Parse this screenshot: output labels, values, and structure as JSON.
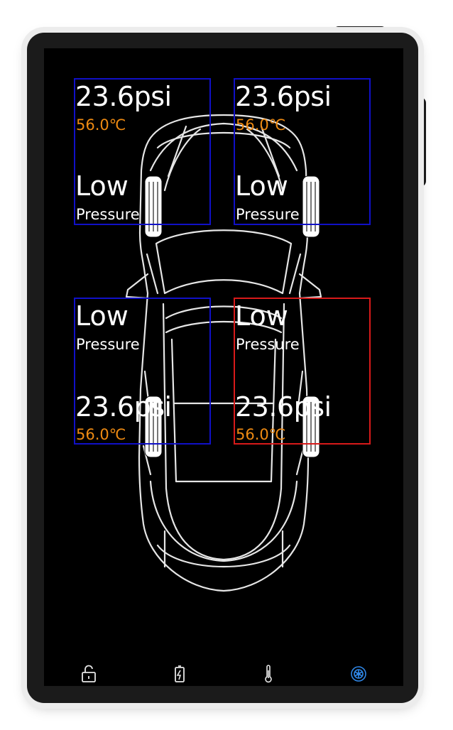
{
  "tires": {
    "front_left": {
      "pressure": "23.6psi",
      "temperature": "56.0℃",
      "status": "Low",
      "status_sub": "Pressure"
    },
    "front_right": {
      "pressure": "23.6psi",
      "temperature": "56.0℃",
      "status": "Low",
      "status_sub": "Pressure"
    },
    "rear_left": {
      "pressure": "23.6psi",
      "temperature": "56.0℃",
      "status": "Low",
      "status_sub": "Pressure"
    },
    "rear_right": {
      "pressure": "23.6psi",
      "temperature": "56.0℃",
      "status": "Low",
      "status_sub": "Pressure"
    }
  },
  "colors": {
    "normal_box": "#1010c8",
    "alert_box": "#d81a1a",
    "temperature_text": "#ee8a12",
    "active_nav": "#2f86e6"
  },
  "bottom_nav": {
    "items": [
      {
        "icon": "lock-icon",
        "active": false
      },
      {
        "icon": "battery-icon",
        "active": false
      },
      {
        "icon": "thermometer-icon",
        "active": false
      },
      {
        "icon": "tire-icon",
        "active": true
      }
    ]
  }
}
